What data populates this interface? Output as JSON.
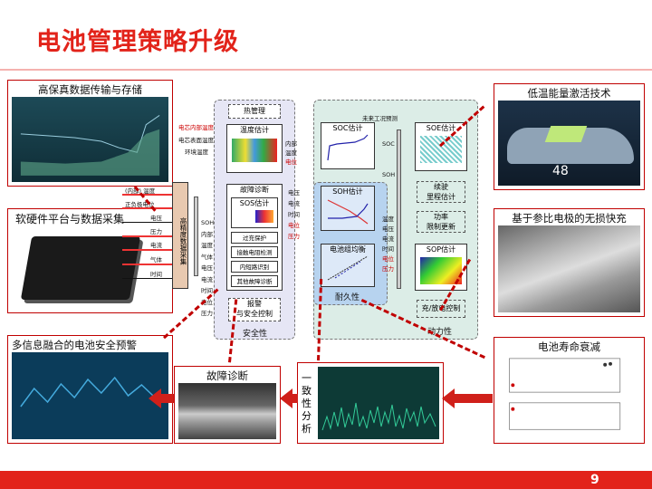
{
  "title": "电池管理策略升级",
  "page_number": "9",
  "panels": {
    "hifi": "高保真数据传输与存储",
    "platform": "软硬件平台与数据采集",
    "warning": "多信息融合的电池安全预警",
    "fault": "故障诊断",
    "consistency": "一致性分析",
    "lowtemp": "低温能量激活技术",
    "fastcharge": "基于参比电极的无损快充",
    "life": "电池寿命衰减"
  },
  "diagram": {
    "acquisition": "高精度数据采集",
    "inputs": [
      "(内部) 温度",
      "正负极电位",
      "电压",
      "压力",
      "电流",
      "气体",
      "时间"
    ],
    "temp_inputs": [
      "电芯内部温度",
      "电芯表面温度",
      "环境温度"
    ],
    "thermal_mgmt": "热管理",
    "temp_est": "温度估计",
    "temp_outputs": [
      "内部",
      "温度",
      "电位"
    ],
    "fault_diag": "故障诊断",
    "sos_est": "SOS估计",
    "bus_labels": [
      "SOH",
      "内部",
      "温度",
      "气体",
      "电压",
      "电流",
      "时间",
      "电位",
      "压力"
    ],
    "fault_items": [
      "过充保护",
      "接触电阻检测",
      "内短路识别",
      "其他故障诊断"
    ],
    "alarm": "报警\n与安全控制",
    "safety": "安全性",
    "mid_outputs": [
      "电压",
      "电流",
      "时间",
      "电位",
      "压力"
    ],
    "soc_est": "SOC估计",
    "soc_label": "SOC",
    "soh_label": "SOH",
    "soh_est": "SOH估计",
    "balance": "电池组均衡",
    "durability": "耐久性",
    "future": "未来工况预测",
    "soe_est": "SOE估计",
    "range": "续驶\n里程估计",
    "power_limit": "功率\n限制更新",
    "sop_est": "SOP估计",
    "right_inputs": [
      "温度",
      "电压",
      "电流",
      "时间",
      "电位",
      "压力"
    ],
    "charge_ctrl": "充/放电控制",
    "power": "动力性"
  },
  "vehicle_badge": "48"
}
